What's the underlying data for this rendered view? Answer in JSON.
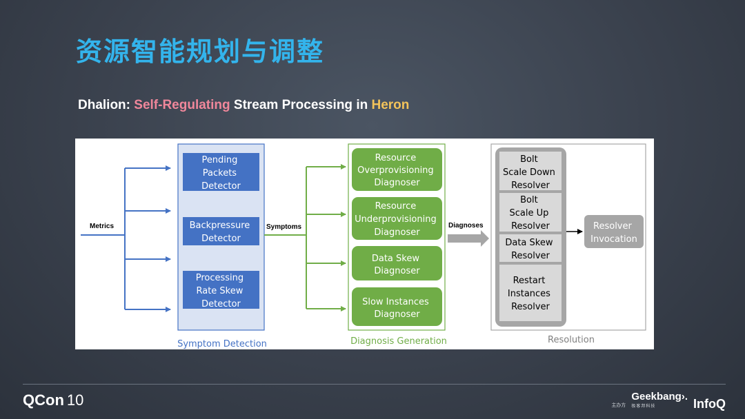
{
  "slide": {
    "title": "资源智能规划与调整",
    "subtitle": {
      "part1": "Dhalion:  ",
      "part2": "Self-Regulating",
      "part3": " Stream Processing in ",
      "part4": "Heron"
    }
  },
  "diagram": {
    "labels": {
      "metrics": "Metrics",
      "symptoms": "Symptoms",
      "diagnoses": "Diagnoses"
    },
    "detectors": [
      [
        "Pending",
        "Packets",
        "Detector"
      ],
      [
        "Backpressure",
        "Detector"
      ],
      [
        "Processing",
        "Rate Skew",
        "Detector"
      ]
    ],
    "diagnosers": [
      [
        "Resource",
        "Overprovisioning",
        "Diagnoser"
      ],
      [
        "Resource",
        "Underprovisioning",
        "Diagnoser"
      ],
      [
        "Data Skew",
        "Diagnoser"
      ],
      [
        "Slow Instances",
        "Diagnoser"
      ]
    ],
    "resolvers": [
      [
        "Bolt",
        "Scale Down",
        "Resolver"
      ],
      [
        "Bolt",
        "Scale Up",
        "Resolver"
      ],
      [
        "Data Skew",
        "Resolver"
      ],
      [
        "Restart",
        "Instances",
        "Resolver"
      ]
    ],
    "invocation": [
      "Resolver",
      "Invocation"
    ],
    "sections": {
      "symptom_detection": "Symptom Detection",
      "diagnosis_generation": "Diagnosis Generation",
      "resolution": "Resolution"
    },
    "colors": {
      "blue": "#4472c4",
      "green": "#70ad47",
      "gray": "#bfbfbf",
      "title": "#33b4ec",
      "pink": "#f0879b",
      "gold": "#f3c35a"
    }
  },
  "footer": {
    "left_logo": "QCon",
    "left_logo_mark": "10",
    "right_org": "主办方",
    "right_geek": "Geekbang›.",
    "right_geek_sub": "极客邦科技",
    "right_infoq": "InfoQ"
  }
}
